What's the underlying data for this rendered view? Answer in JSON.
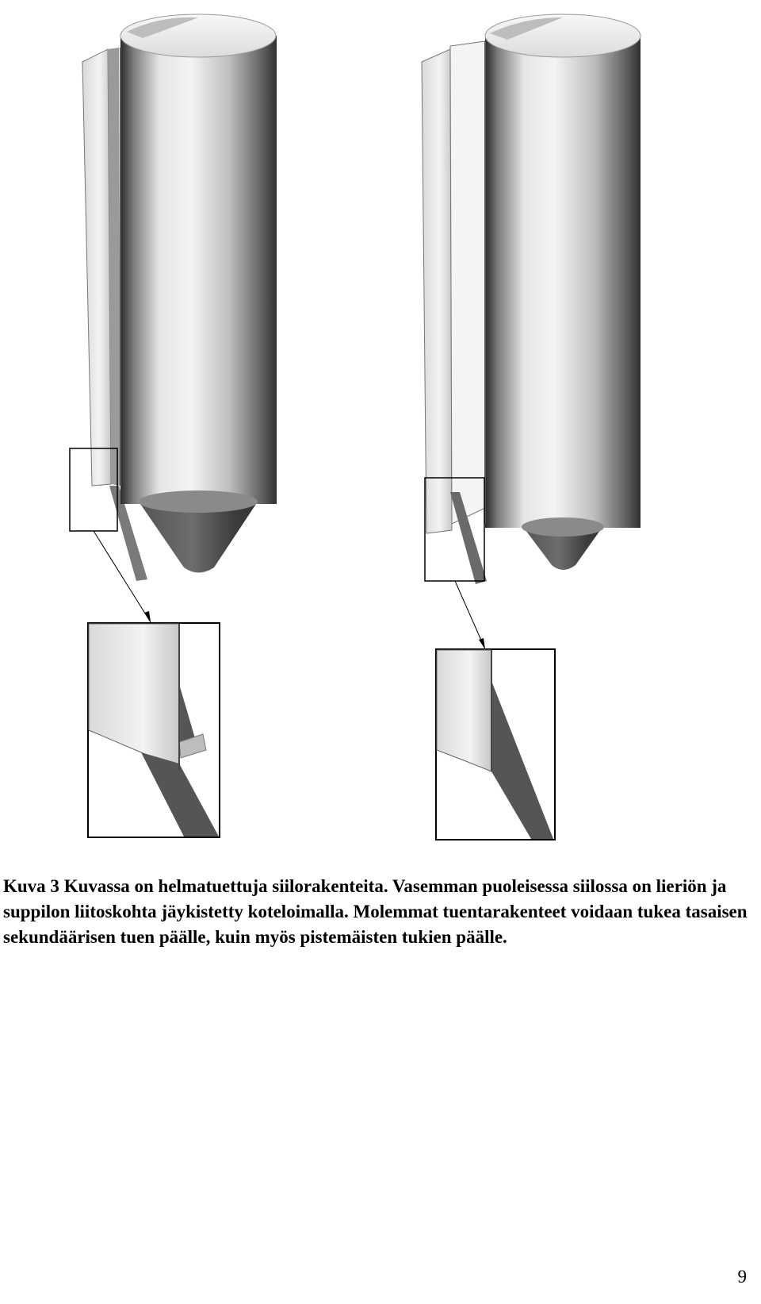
{
  "figure": {
    "left_silo": {
      "description_name": "left-silo-with-boxed-joint"
    },
    "right_silo": {
      "description_name": "right-silo-plain-joint"
    }
  },
  "caption": {
    "label": "Kuva 3",
    "text": "Kuvassa on helmatuettuja siilorakenteita. Vasemman puoleisessa siilossa on lieriön ja suppilon liitoskohta jäykistetty koteloimalla. Molemmat tuentarakenteet voidaan tukea tasaisen sekundäärisen tuen päälle, kuin myös pistemäisten tukien päälle."
  },
  "page_number": "9"
}
